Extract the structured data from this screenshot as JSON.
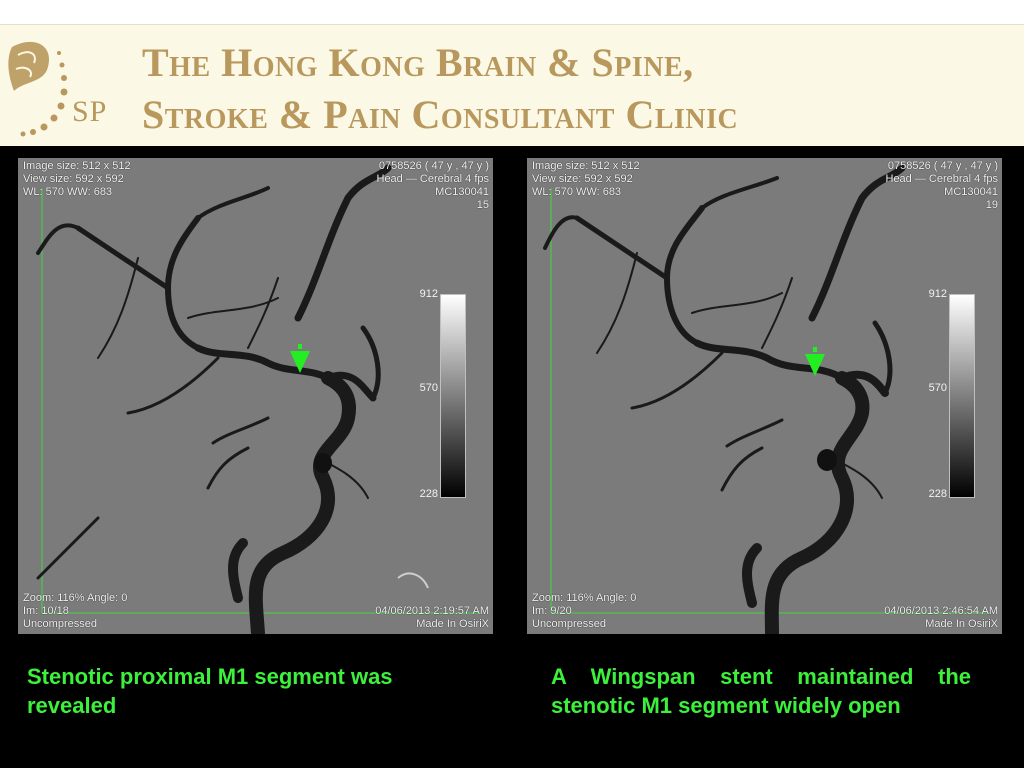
{
  "banner": {
    "logo_text": "SP",
    "title_line1": "The Hong Kong Brain & Spine,",
    "title_line2": "Stroke & Pain Consultant Clinic"
  },
  "panels": [
    {
      "overlay_tl": [
        "Image size: 512 x 512",
        "View size: 592 x 592",
        "WL: 570 WW: 683"
      ],
      "overlay_tr": [
        "0758526 ( 47 y , 47 y )",
        "Head — Cerebral 4 fps",
        "MC130041",
        "15"
      ],
      "overlay_bl": [
        "Zoom: 116% Angle: 0",
        "Im: 10/18",
        "Uncompressed"
      ],
      "overlay_br": [
        "04/06/2013 2:19:57 AM",
        "Made In OsiriX"
      ],
      "scale": {
        "max": "912",
        "mid": "570",
        "min": "228"
      },
      "caption": "Stenotic proximal M1 segment was revealed"
    },
    {
      "overlay_tl": [
        "Image size: 512 x 512",
        "View size: 592 x 592",
        "WL: 570 WW: 683"
      ],
      "overlay_tr": [
        "0758526 ( 47 y , 47 y )",
        "Head — Cerebral 4 fps",
        "MC130041",
        "19"
      ],
      "overlay_bl": [
        "Zoom: 116% Angle: 0",
        "Im: 9/20",
        "Uncompressed"
      ],
      "overlay_br": [
        "04/06/2013 2:46:54 AM",
        "Made In OsiriX"
      ],
      "scale": {
        "max": "912",
        "mid": "570",
        "min": "228"
      },
      "caption": "A Wingspan stent maintained the stenotic M1 segment widely open"
    }
  ],
  "colors": {
    "banner_bg": "#fbf8e6",
    "title": "#b8985c",
    "caption": "#3cf03c",
    "arrow": "#22ee22",
    "slide_bg": "#000000"
  }
}
